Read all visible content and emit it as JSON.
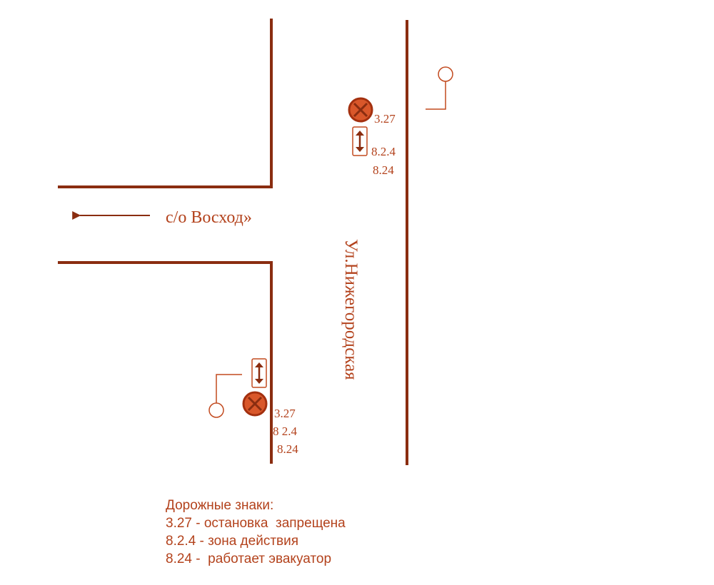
{
  "colors": {
    "road": "#8a2d10",
    "ink": "#b3421c",
    "sign_fill": "#d9572a",
    "sign_ring": "#a3300f"
  },
  "map": {
    "direction_label": "с/о Восход»",
    "street_label": "Ул.Нижегородская",
    "sign_group_top": {
      "code_327": "3.27",
      "code_824_zone": "8.2.4",
      "code_824": "8.24"
    },
    "sign_group_bottom": {
      "code_327": "3.27",
      "code_824_zone": "8 2.4",
      "code_824": "8.24"
    }
  },
  "legend": {
    "title": "Дорожные знаки:",
    "items": [
      "3.27 - остановка  запрещена",
      "8.2.4 - зона действия",
      "8.24 -  работает эвакуатор"
    ]
  }
}
